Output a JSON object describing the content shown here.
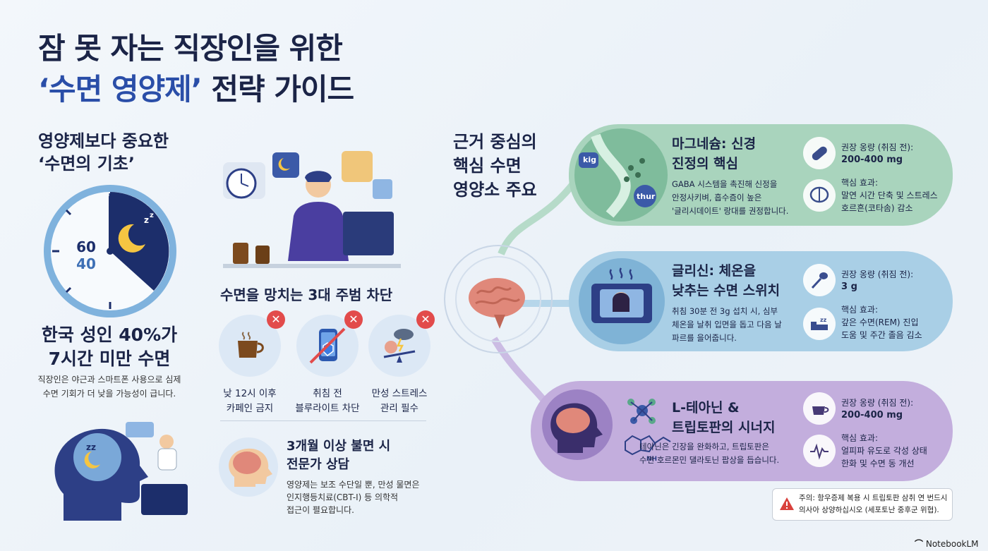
{
  "title": {
    "line1": "잠 못 자는 직장인을 위한",
    "line2_highlight": "‘수면 영양제’",
    "line2_rest": " 전략 가이드"
  },
  "foundation": {
    "heading_line1": "영양제보다 중요한",
    "heading_line2": "‘수면의 기초’",
    "clock_numbers": [
      "60",
      "40"
    ],
    "stat_line1": "한국 성인 40%가",
    "stat_line2": "7시간 미만 수면",
    "desc_line1": "직장인은 야근과 스마트폰 사용으로 심제",
    "desc_line2": "수면 기회가 더 낮을 가능성이 급니다."
  },
  "culprits": {
    "heading": "수면을 망치는 3대 주범 차단",
    "items": [
      {
        "line1": "낮 12시 이후",
        "line2": "카페인 금지",
        "icon": "coffee-icon"
      },
      {
        "line1": "취침 전",
        "line2": "블루라이트 차단",
        "icon": "phone-icon"
      },
      {
        "line1": "만성 스트레스",
        "line2": "관리 필수",
        "icon": "stress-icon"
      }
    ],
    "x_mark": "✕"
  },
  "expert": {
    "title_line1": "3개월 이상 불면 시",
    "title_line2": "전문가 상담",
    "desc_line1": "영양제는 보조 수단일 뿐, 만성 물면은",
    "desc_line2": "인지행등치료(CBT-I) 등 의학적",
    "desc_line3": "접근이 펼요합니다."
  },
  "nutrients": {
    "heading_line1": "근거 중심의",
    "heading_line2": "핵심 수면",
    "heading_line3": "영양소 주요",
    "items": [
      {
        "title_line1": "마그네슘: 신경",
        "title_line2": "진정의 핵심",
        "desc_line1": "GABA 시스템을 촉진해 신정을",
        "desc_line2": "안정사키벼, 흡수즘이 높은",
        "desc_line3": "'글리시데이트' 랑대를 권정합니다.",
        "dose_label": "권장 옹량 (취짐 전):",
        "dose_value": "200-400 mg",
        "effect_label": "핵심 효과:",
        "effect_line1": "말연 시간 단축 및 스트레스",
        "effect_line2": "호르흔(코타솜) 감소",
        "img_label_a": "kig",
        "img_label_b": "thur",
        "color": "#a9d4bd"
      },
      {
        "title_line1": "글리신: 체온을",
        "title_line2": "낮추는 수면 스위치",
        "desc_line1": "취침 30분 전 3g 섭치 시, 심부",
        "desc_line2": "체온을 날취 입면을 돕고 다음 날",
        "desc_line3": "파르를 을어줍니다.",
        "dose_label": "권장 옹량 (취짐 전):",
        "dose_value": "3 g",
        "effect_label": "핵심 효과:",
        "effect_line1": "갚은 수면(REM) 진입",
        "effect_line2": "도움 및 주간 졸음 김소",
        "color": "#a9cfe6"
      },
      {
        "title_line1": "L-테아닌 &",
        "title_line2": "트립토판의 시너지",
        "desc_line1": "테아닌은 긴장을 완화하고, 트립토판은",
        "desc_line2": "수면 호르몬민 댈라토닌 팝상을 듭습니다.",
        "dose_label": "권장 옹량 (취짐 전):",
        "dose_value": "200-400 mg",
        "effect_label": "핵심 효과:",
        "effect_line1": "얼피파 유도로 각성 상태",
        "effect_line2": "한화 및 수면 동 개선",
        "molecule_label": "NH",
        "color": "#c3aedd"
      }
    ]
  },
  "warning": {
    "line1": "주의: 항우증제 복용 시 트립토판 삼취 연 번드시",
    "line2": "의사아 상양하십시오 (세포토난 중후군 위협)."
  },
  "brand": "NotebookLM"
}
